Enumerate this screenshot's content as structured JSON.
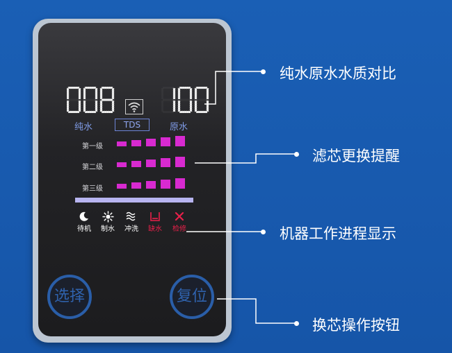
{
  "display": {
    "pure_water_digits": "008",
    "raw_water_digits": "100",
    "pure_water_label": "纯水",
    "raw_water_label": "原水",
    "tds_label": "TDS"
  },
  "filter_levels": [
    {
      "label": "第一级",
      "segments_lit": 5
    },
    {
      "label": "第二级",
      "segments_lit": 5
    },
    {
      "label": "第三级",
      "segments_lit": 5
    }
  ],
  "modes": [
    {
      "label": "待机",
      "icon": "moon-icon",
      "color": "#ffffff"
    },
    {
      "label": "制水",
      "icon": "sun-gear-icon",
      "color": "#ffffff"
    },
    {
      "label": "冲洗",
      "icon": "wave-icon",
      "color": "#ffffff"
    },
    {
      "label": "缺水",
      "icon": "tank-icon",
      "color": "#e8204a"
    },
    {
      "label": "检修",
      "icon": "tools-icon",
      "color": "#e8204a"
    }
  ],
  "buttons": {
    "select_label": "选择",
    "reset_label": "复位"
  },
  "callouts": {
    "water_quality": "纯水原水水质对比",
    "filter_reminder": "滤芯更换提醒",
    "process_display": "机器工作进程显示",
    "filter_buttons": "换芯操作按钮"
  },
  "colors": {
    "background": "#1a5fb5",
    "bar_magenta": "#d82ad0",
    "label_blue": "#7f9be6",
    "alert_red": "#e8204a"
  }
}
